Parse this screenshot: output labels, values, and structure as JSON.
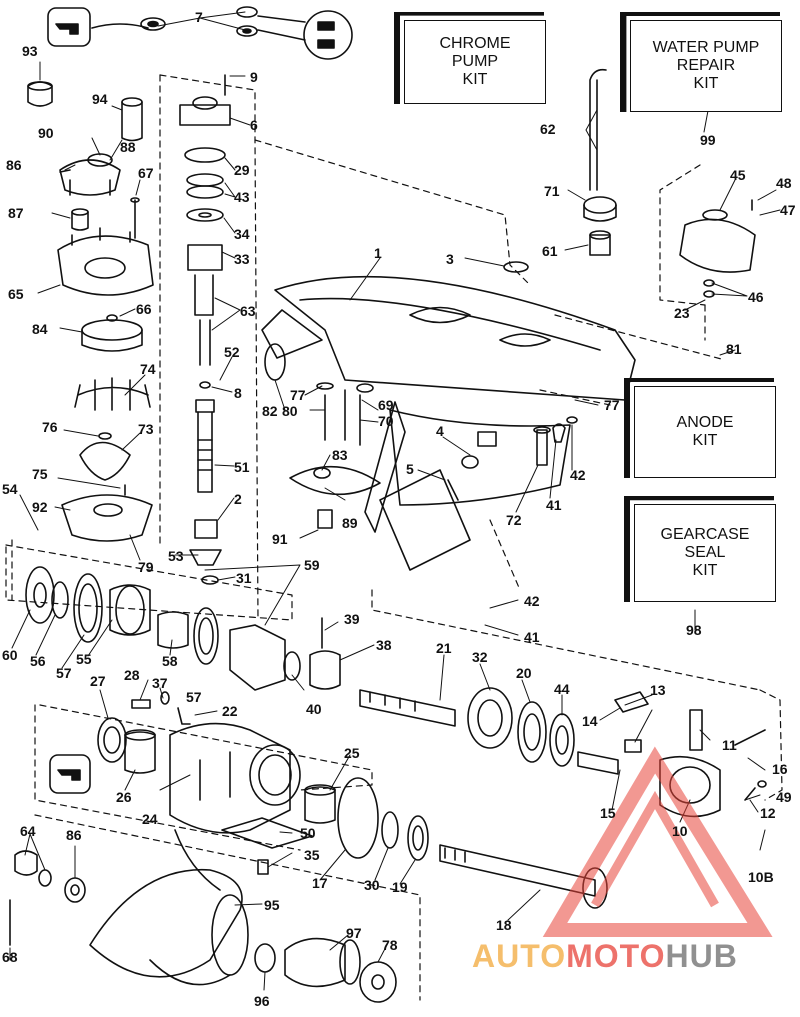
{
  "kits": {
    "chrome_pump": [
      "CHROME",
      "PUMP",
      "KIT"
    ],
    "water_pump": [
      "WATER PUMP",
      "REPAIR",
      "KIT"
    ],
    "anode": [
      "ANODE",
      "KIT"
    ],
    "gearcase_seal": [
      "GEARCASE",
      "SEAL",
      "KIT"
    ]
  },
  "part_numbers": {
    "n7": "7",
    "n93": "93",
    "n9": "9",
    "n94": "94",
    "n6": "6",
    "n90": "90",
    "n88": "88",
    "n86": "86",
    "n29": "29",
    "n67": "67",
    "n43": "43",
    "n87": "87",
    "n34": "34",
    "n33": "33",
    "n65": "65",
    "n66": "66",
    "n63": "63",
    "n84": "84",
    "n52": "52",
    "n74": "74",
    "n8": "8",
    "n76": "76",
    "n73": "73",
    "n51": "51",
    "n75": "75",
    "n54": "54",
    "n92": "92",
    "n2": "2",
    "n79": "79",
    "n53": "53",
    "n31": "31",
    "n59": "59",
    "n60": "60",
    "n56": "56",
    "n57": "57",
    "n55": "55",
    "n58": "58",
    "n62": "62",
    "n99": "99",
    "n71": "71",
    "n45": "45",
    "n48": "48",
    "n47": "47",
    "n61": "61",
    "n3": "3",
    "n1": "1",
    "n23": "23",
    "n46": "46",
    "n81": "81",
    "n77": "77",
    "n80": "80",
    "n69": "69",
    "n70": "70",
    "n82": "82",
    "n4": "4",
    "n5": "5",
    "n83": "83",
    "n89": "89",
    "n91": "91",
    "n72": "72",
    "n41": "41",
    "n42": "42",
    "n98": "98",
    "n39": "39",
    "n38": "38",
    "n32": "32",
    "n20": "20",
    "n44": "44",
    "n13": "13",
    "n21": "21",
    "n14": "14",
    "n11": "11",
    "n40": "40",
    "n28": "28",
    "n37": "37",
    "n27": "27",
    "n22": "22",
    "n25": "25",
    "n16": "16",
    "n26": "26",
    "n24": "24",
    "n15": "15",
    "n49": "49",
    "n12": "12",
    "n10": "10",
    "n50": "50",
    "n64": "64",
    "n86b": "86",
    "n35": "35",
    "n17": "17",
    "n30": "30",
    "n19": "19",
    "n10b": "10B",
    "n95": "95",
    "n18": "18",
    "n68": "68",
    "n97": "97",
    "n78": "78",
    "n96": "96"
  },
  "watermark": {
    "part1": "AUTO",
    "part2": "MOTO",
    "part3": "HUB"
  },
  "colors": {
    "line": "#111111",
    "watermark_red": "#e8443a",
    "watermark_orange": "#f2a93b",
    "watermark_gray": "#6b6b6b"
  }
}
